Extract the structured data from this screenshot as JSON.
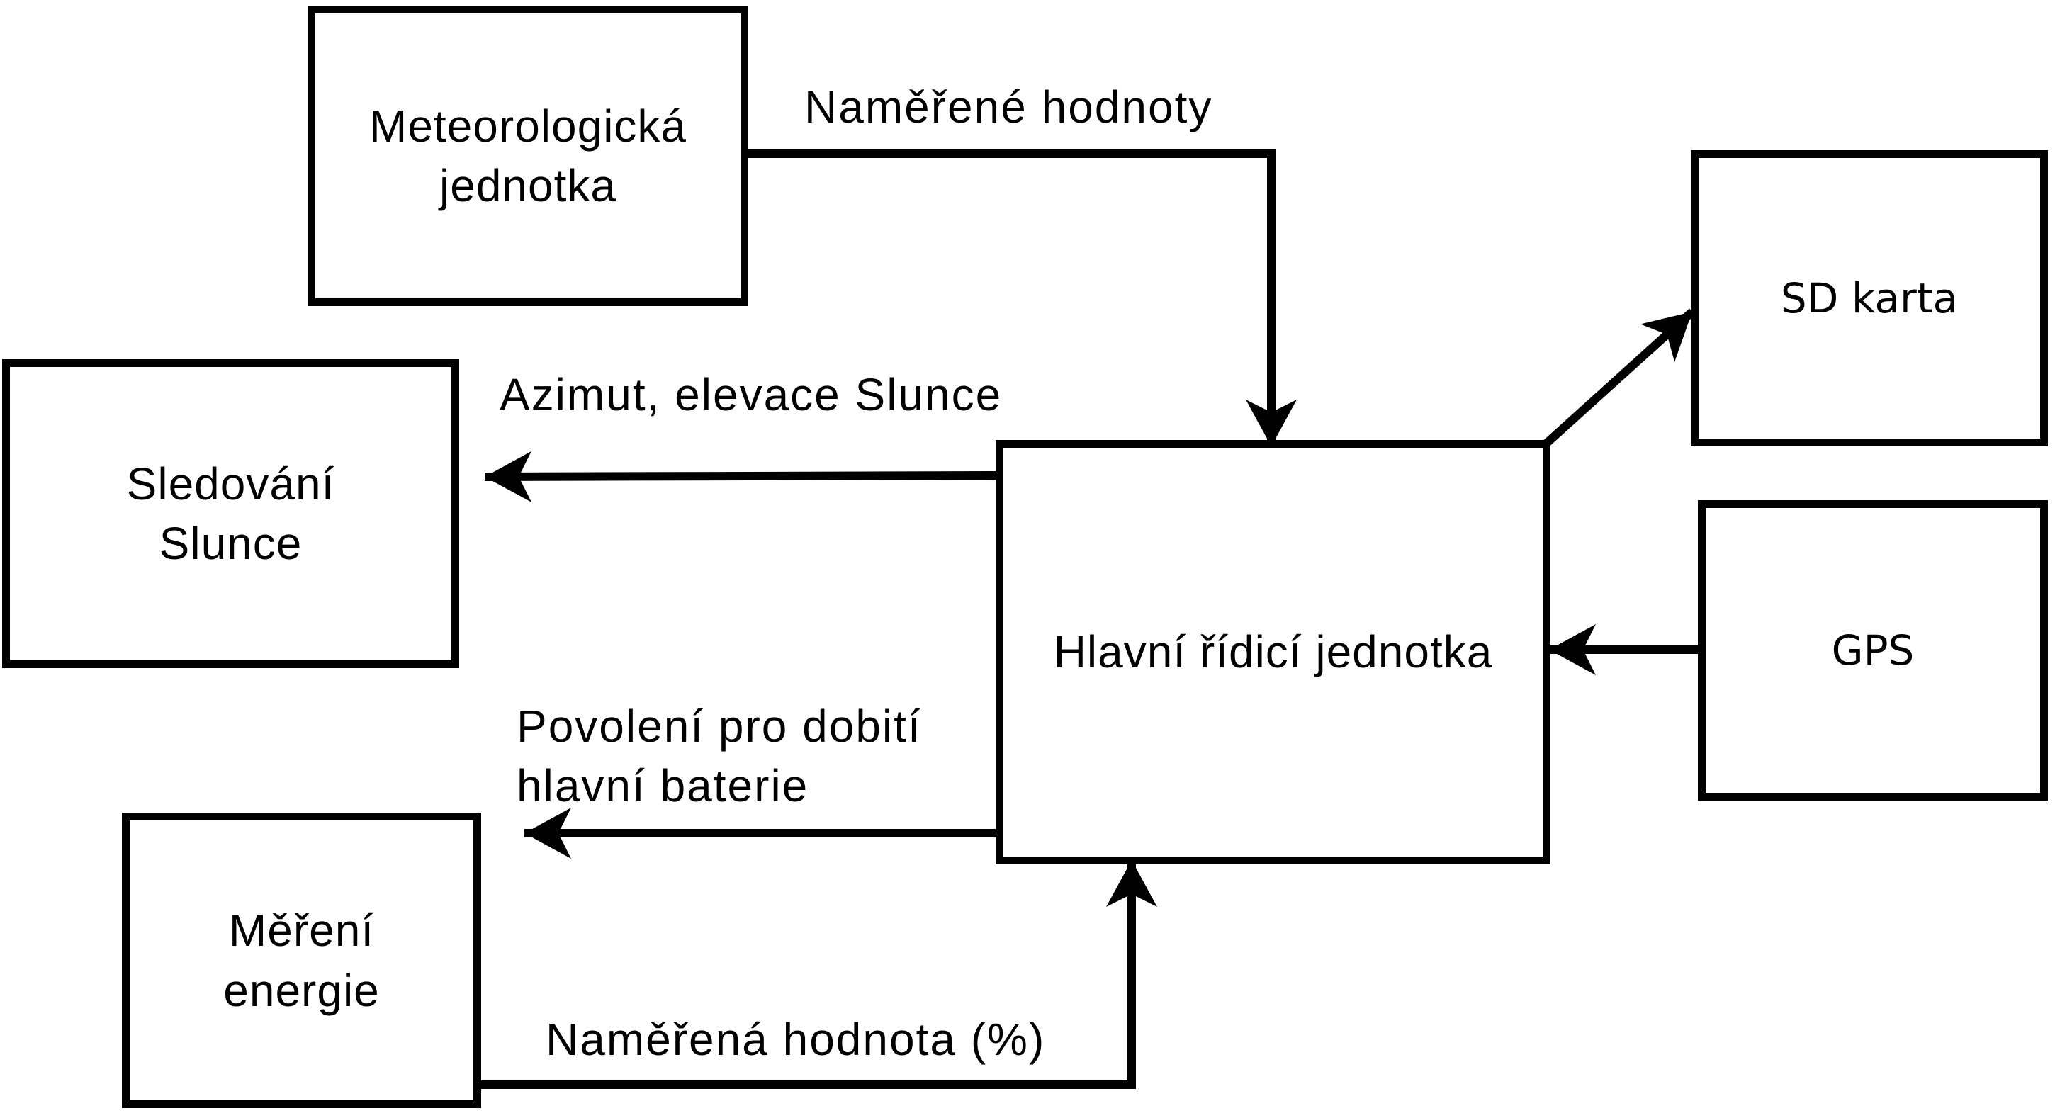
{
  "diagram": {
    "colors": {
      "background": "#ffffff",
      "stroke": "#000000",
      "text": "#000000"
    },
    "nodes": {
      "meteo": {
        "line1": "Meteorologická",
        "line2": "jednotka"
      },
      "sd": {
        "line1": "SD karta"
      },
      "sledovani": {
        "line1": "Sledování",
        "line2": "Slunce"
      },
      "hlavni": {
        "line1": "Hlavní řídicí jednotka"
      },
      "gps": {
        "line1": "GPS"
      },
      "mereni": {
        "line1": "Měření",
        "line2": "energie"
      }
    },
    "edges": {
      "meteo_to_hlavni": {
        "from": "Meteorologická jednotka",
        "to": "Hlavní řídicí jednotka",
        "label": "Naměřené hodnoty"
      },
      "hlavni_to_sledovani": {
        "from": "Hlavní řídicí jednotka",
        "to": "Sledování Slunce",
        "label": "Azimut, elevace Slunce"
      },
      "hlavni_to_sd": {
        "from": "Hlavní řídicí jednotka",
        "to": "SD karta",
        "label": ""
      },
      "gps_to_hlavni": {
        "from": "GPS",
        "to": "Hlavní řídicí jednotka",
        "label": ""
      },
      "hlavni_povoleni": {
        "from": "Hlavní řídicí jednotka",
        "to": "Měření energie (povolení)",
        "label_line1": "Povolení pro dobití",
        "label_line2": "hlavní baterie"
      },
      "mereni_to_hlavni": {
        "from": "Měření energie",
        "to": "Hlavní řídicí jednotka",
        "label": "Naměřená hodnota (%)"
      }
    }
  }
}
